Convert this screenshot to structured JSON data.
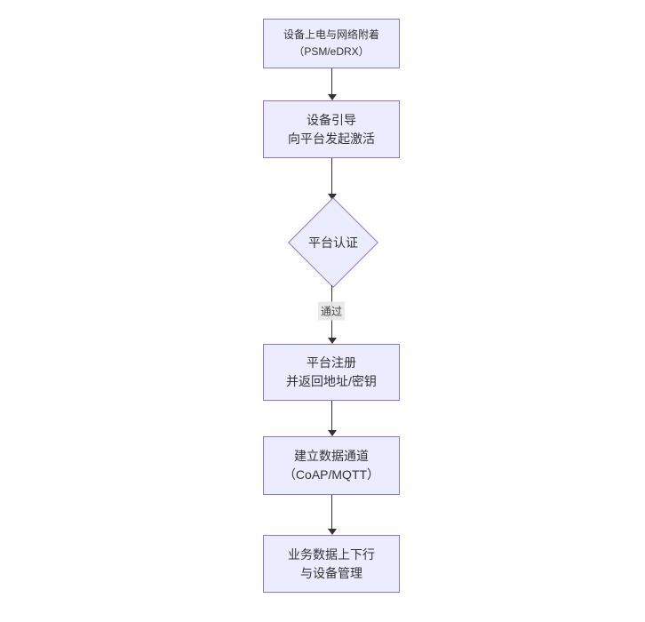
{
  "diagram": {
    "type": "flowchart-top-down",
    "colors": {
      "background": "#ffffff",
      "node_fill": "#ECECFF",
      "node_border": "#9370DB",
      "line_color": "#333333",
      "text_color": "#333333",
      "label_bg": "#e8e8e8"
    },
    "nodes": [
      {
        "id": "power-attach",
        "shape": "rect",
        "lines": [
          "设备上电与网络附着",
          "（PSM/eDRX）"
        ]
      },
      {
        "id": "bootstrap",
        "shape": "rect",
        "lines": [
          "设备引导",
          "向平台发起激活"
        ]
      },
      {
        "id": "platform-auth",
        "shape": "diamond",
        "lines": [
          "平台认证"
        ]
      },
      {
        "id": "register",
        "shape": "rect",
        "lines": [
          "平台注册",
          "并返回地址/密钥"
        ]
      },
      {
        "id": "data-channel",
        "shape": "rect",
        "lines": [
          "建立数据通道",
          "（CoAP/MQTT）"
        ]
      },
      {
        "id": "business-data",
        "shape": "rect",
        "lines": [
          "业务数据上下行",
          "与设备管理"
        ]
      }
    ],
    "edges": [
      {
        "from": "power-attach",
        "to": "bootstrap",
        "label": ""
      },
      {
        "from": "bootstrap",
        "to": "platform-auth",
        "label": ""
      },
      {
        "from": "platform-auth",
        "to": "register",
        "label": "通过"
      },
      {
        "from": "register",
        "to": "data-channel",
        "label": ""
      },
      {
        "from": "data-channel",
        "to": "business-data",
        "label": ""
      }
    ],
    "edge_label_pass": "通过"
  }
}
